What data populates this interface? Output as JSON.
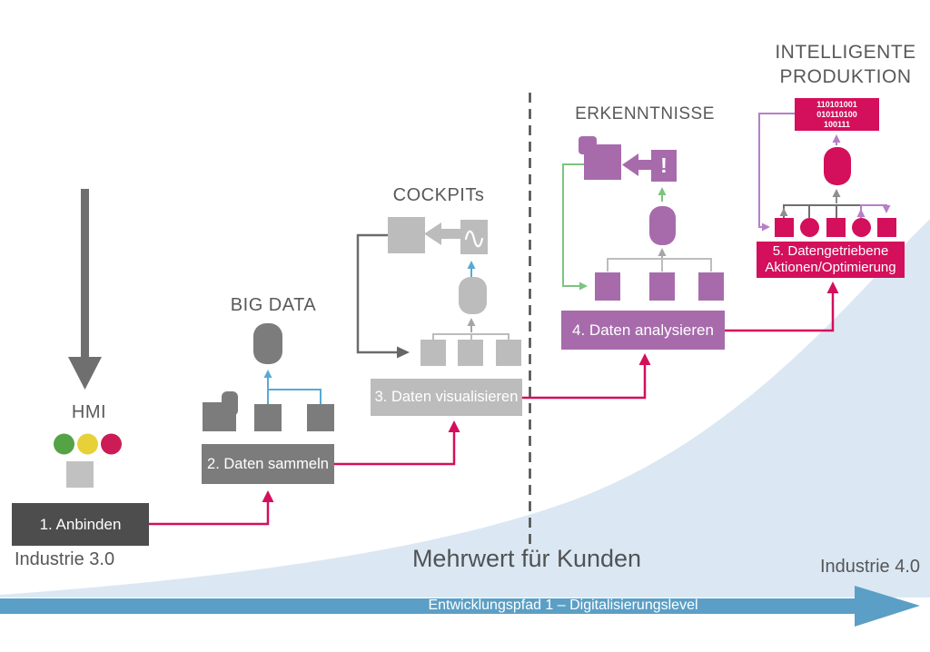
{
  "sections": {
    "hmi": {
      "label": "HMI"
    },
    "big_data": {
      "label": "BIG DATA"
    },
    "cockpits": {
      "label": "COCKPITs"
    },
    "erkenntnisse": {
      "label": "ERKENNTNISSE",
      "alert_glyph": "!"
    },
    "intelligente_produktion": {
      "label_line1": "INTELLIGENTE",
      "label_line2": "PRODUKTION",
      "binary_lines": [
        "110101001",
        "010110100",
        "100111"
      ]
    }
  },
  "steps": [
    {
      "label": "1. Anbinden"
    },
    {
      "label": "2. Daten sammeln"
    },
    {
      "label": "3. Daten visualisieren"
    },
    {
      "label": "4. Daten analysieren"
    },
    {
      "label_line1": "5. Datengetriebene",
      "label_line2": "Aktionen/Optimierung"
    }
  ],
  "footer": {
    "industrie_30": "Industrie 3.0",
    "industrie_40": "Industrie 4.0",
    "mehrwert": "Mehrwert für Kunden",
    "band_label": "Entwicklungspfad 1 – Digitalisierungslevel"
  },
  "colors": {
    "pink": "#d40f5c",
    "purple": "#a76bac",
    "violet": "#b67fc8",
    "green": "#7cc47f",
    "blue": "#58aad2",
    "band_blue": "#5b9fc6",
    "wedge_blue": "#dbe8f3",
    "dark_gray": "#4d4d4d",
    "mid_gray": "#7c7c7c",
    "light_gray": "#bcbcbc",
    "text_gray": "#58595b",
    "hmi_green": "#55a344",
    "hmi_yellow": "#e7d139",
    "hmi_red": "#cd1c55"
  }
}
